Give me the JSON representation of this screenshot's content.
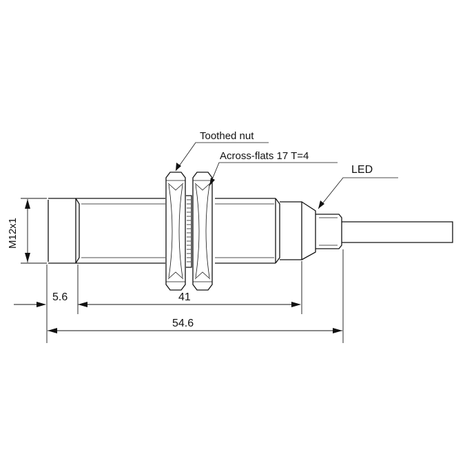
{
  "diagram": {
    "labels": {
      "toothed_nut": "Toothed nut",
      "across_flats": "Across-flats 17  T=4",
      "led": "LED"
    },
    "dimensions": {
      "thread": "M12x1",
      "front_length": "5.6",
      "thread_length": "41",
      "total_length": "54.6"
    }
  }
}
